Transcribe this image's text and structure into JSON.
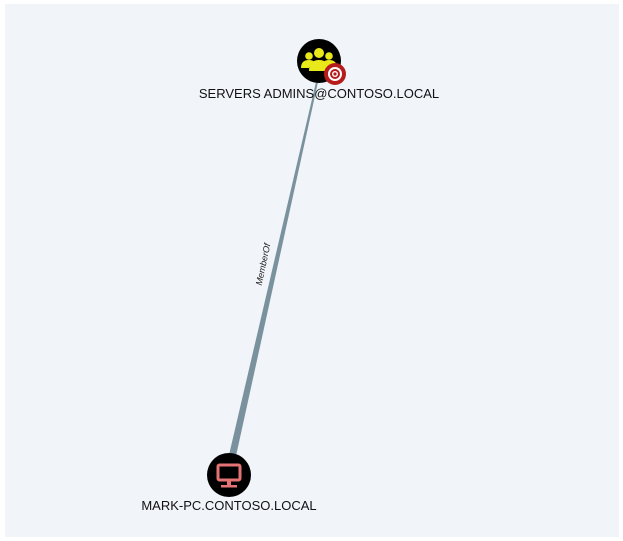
{
  "graph": {
    "nodes": [
      {
        "id": "group",
        "label": "SERVERS ADMINS@CONTOSO.LOCAL",
        "type": "group",
        "icon": "users-icon",
        "badge": "target-icon",
        "color": "#e8e81a"
      },
      {
        "id": "computer",
        "label": "MARK-PC.CONTOSO.LOCAL",
        "type": "computer",
        "icon": "monitor-icon",
        "color": "#e57373"
      }
    ],
    "edges": [
      {
        "from": "computer",
        "to": "group",
        "label": "MemberOf",
        "color": "#7a929e"
      }
    ]
  }
}
